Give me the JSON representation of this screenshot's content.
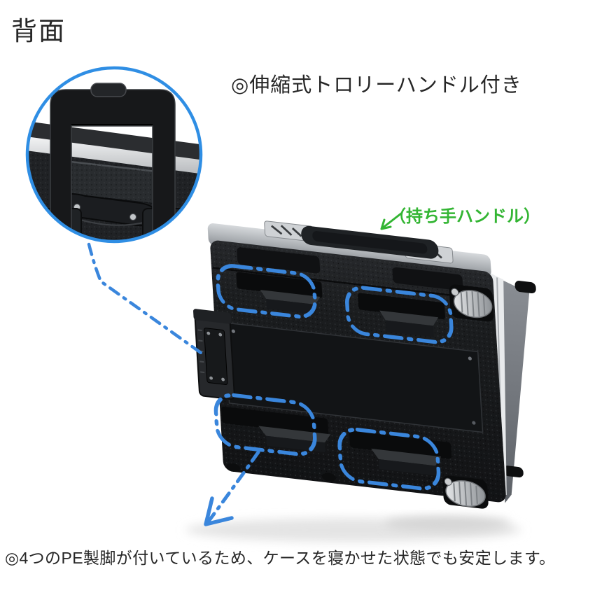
{
  "header": {
    "title": "背面"
  },
  "callouts": {
    "trolley": {
      "label": "◎伸縮式トロリーハンドル付き"
    },
    "carry_handle": {
      "label": "（持ち手ハンドル）"
    },
    "feet_note": {
      "label": "◎4つのPE製脚が付いているため、ケースを寝かせた状態でも安定します。"
    }
  },
  "colors": {
    "annotation_blue": "#3a86dc",
    "inset_ring_blue": "#2f8ee4",
    "label_green": "#33b533",
    "text_dark": "#262626",
    "case_black": "#1b1d1f",
    "valance_silver": "#e8eaec",
    "side_gray": "#73777d"
  }
}
